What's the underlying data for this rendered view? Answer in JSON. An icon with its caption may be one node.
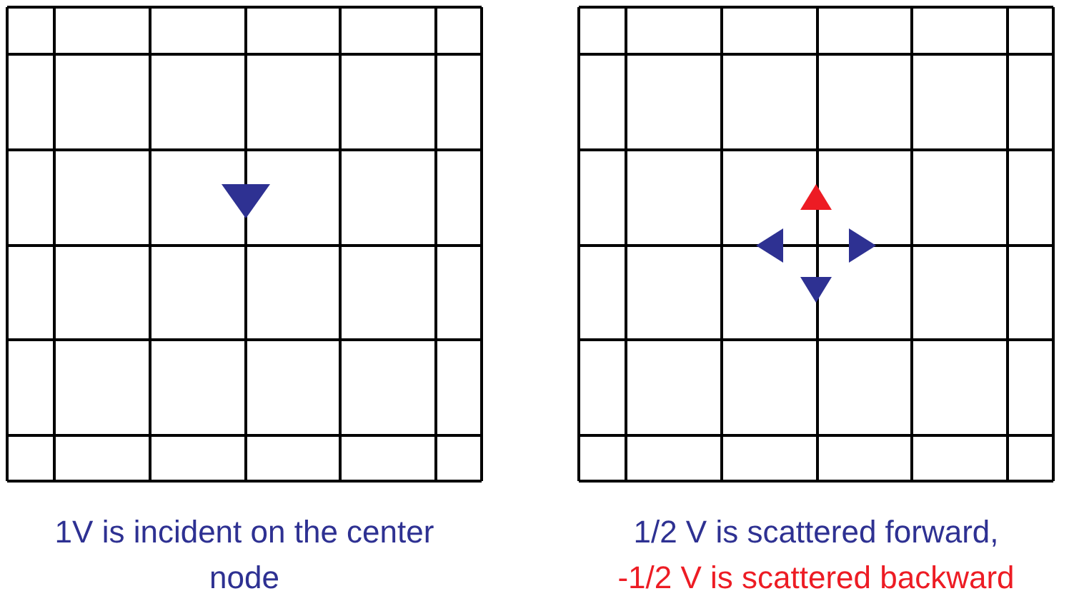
{
  "diagram": {
    "labels": [
      "1V is incident on the center node",
      "1/2 V is scattered forward,",
      "-1/2 V is scattered backward"
    ]
  }
}
